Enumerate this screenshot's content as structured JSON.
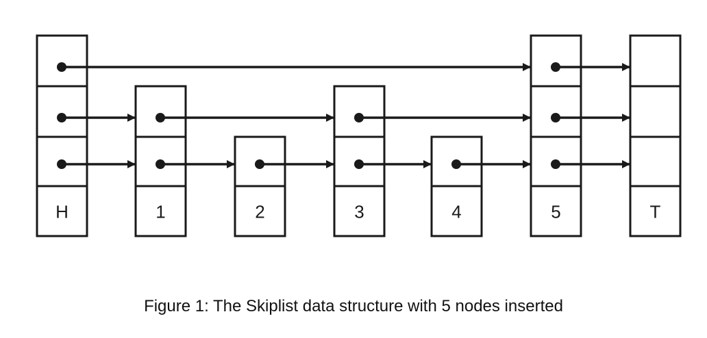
{
  "diagram": {
    "type": "skiplist",
    "nodes": [
      {
        "label": "H",
        "levels": 3
      },
      {
        "label": "1",
        "levels": 2
      },
      {
        "label": "2",
        "levels": 1
      },
      {
        "label": "3",
        "levels": 2
      },
      {
        "label": "4",
        "levels": 1
      },
      {
        "label": "5",
        "levels": 3
      },
      {
        "label": "T",
        "levels": 3
      }
    ],
    "links": [
      {
        "level": 3,
        "from": "H",
        "to": "5"
      },
      {
        "level": 3,
        "from": "5",
        "to": "T"
      },
      {
        "level": 2,
        "from": "H",
        "to": "1"
      },
      {
        "level": 2,
        "from": "1",
        "to": "3"
      },
      {
        "level": 2,
        "from": "3",
        "to": "5"
      },
      {
        "level": 2,
        "from": "5",
        "to": "T"
      },
      {
        "level": 1,
        "from": "H",
        "to": "1"
      },
      {
        "level": 1,
        "from": "1",
        "to": "2"
      },
      {
        "level": 1,
        "from": "2",
        "to": "3"
      },
      {
        "level": 1,
        "from": "3",
        "to": "4"
      },
      {
        "level": 1,
        "from": "4",
        "to": "5"
      },
      {
        "level": 1,
        "from": "5",
        "to": "T"
      }
    ]
  },
  "caption": "Figure 1: The Skiplist data structure with 5 nodes inserted",
  "colors": {
    "stroke": "#1a1a1a",
    "background": "#ffffff"
  }
}
